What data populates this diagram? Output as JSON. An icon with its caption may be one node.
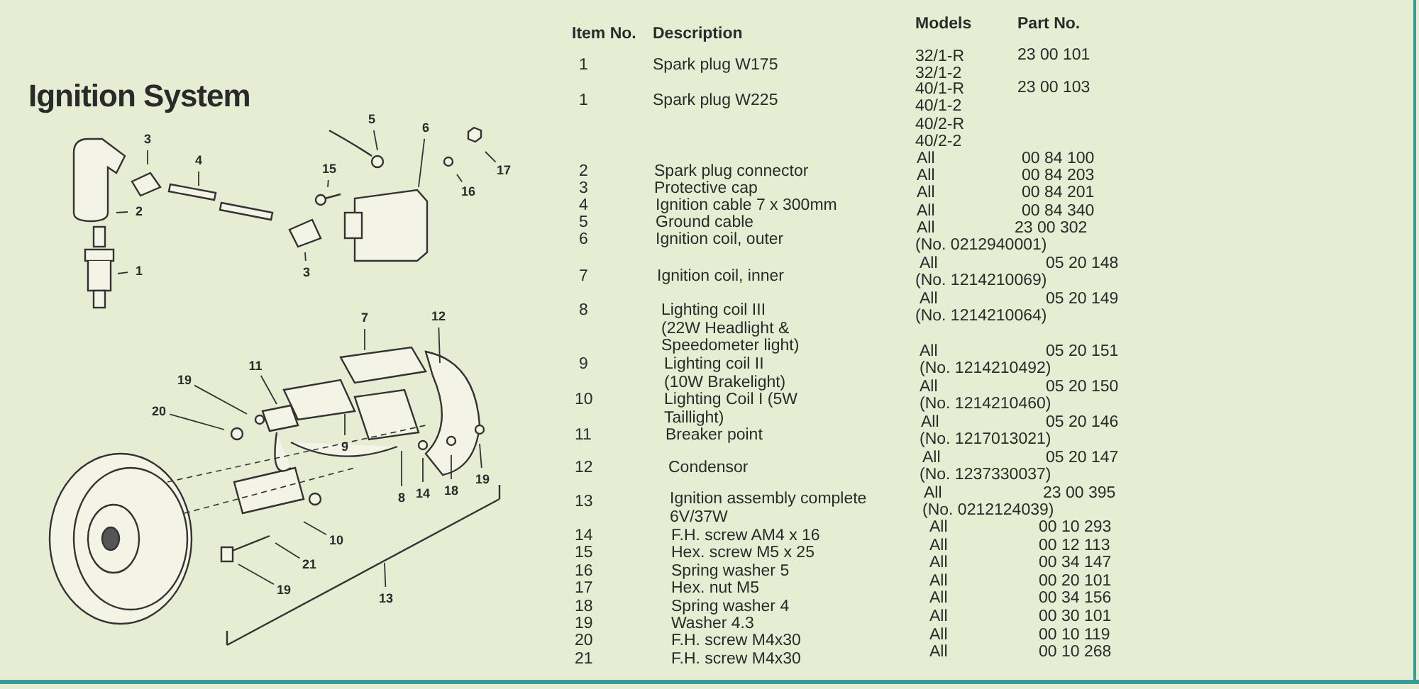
{
  "diagram": {
    "title": "Ignition System",
    "nodes": [
      {
        "text": [
          "5"
        ]
      },
      {
        "text": [
          "3"
        ]
      },
      {
        "text": [
          "6"
        ]
      },
      {
        "text": [
          "4"
        ]
      },
      {
        "text": [
          "17"
        ]
      },
      {
        "text": [
          "15"
        ]
      },
      {
        "text": [
          "16"
        ]
      },
      {
        "text": [
          "2"
        ]
      },
      {
        "text": [
          "3"
        ]
      },
      {
        "text": [
          "1"
        ]
      },
      {
        "text": [
          "12"
        ]
      },
      {
        "text": [
          "7"
        ]
      },
      {
        "text": [
          "11"
        ]
      },
      {
        "text": [
          "19"
        ]
      },
      {
        "text": [
          "20"
        ]
      },
      {
        "text": [
          "9"
        ]
      },
      {
        "text": [
          "19"
        ]
      },
      {
        "text": [
          "18"
        ]
      },
      {
        "text": [
          "14"
        ]
      },
      {
        "text": [
          "8"
        ]
      },
      {
        "text": [
          "10"
        ]
      },
      {
        "text": [
          "21"
        ]
      },
      {
        "text": [
          "19"
        ]
      },
      {
        "text": [
          "13"
        ]
      }
    ],
    "edges": [
      {
        "from": 0,
        "to": null,
        "arrow": "none"
      },
      {
        "from": 1,
        "to": null,
        "arrow": "none"
      },
      {
        "from": 2,
        "to": null,
        "arrow": "none"
      },
      {
        "from": 3,
        "to": null,
        "arrow": "none"
      },
      {
        "from": 4,
        "to": null,
        "arrow": "none"
      },
      {
        "from": 5,
        "to": null,
        "arrow": "none"
      },
      {
        "from": 6,
        "to": null,
        "arrow": "none"
      },
      {
        "from": 7,
        "to": null,
        "arrow": "none"
      },
      {
        "from": 8,
        "to": null,
        "arrow": "none"
      },
      {
        "from": 9,
        "to": null,
        "arrow": "none"
      },
      {
        "from": 10,
        "to": null,
        "arrow": "none"
      },
      {
        "from": 11,
        "to": null,
        "arrow": "none"
      },
      {
        "from": 12,
        "to": null,
        "arrow": "none"
      },
      {
        "from": 13,
        "to": null,
        "arrow": "none"
      },
      {
        "from": 14,
        "to": null,
        "arrow": "none"
      },
      {
        "from": 15,
        "to": null,
        "arrow": "none"
      },
      {
        "from": 16,
        "to": null,
        "arrow": "none"
      },
      {
        "from": 17,
        "to": null,
        "arrow": "none"
      },
      {
        "from": 18,
        "to": null,
        "arrow": "none"
      },
      {
        "from": 19,
        "to": null,
        "arrow": "none"
      },
      {
        "from": 20,
        "to": null,
        "arrow": "none"
      },
      {
        "from": 21,
        "to": null,
        "arrow": "none"
      },
      {
        "from": 22,
        "to": null,
        "arrow": "none"
      },
      {
        "from": 23,
        "to": null,
        "arrow": "none"
      }
    ],
    "labels": [
      "Item No.",
      "Description",
      "Models",
      "Part No.",
      "1",
      "Spark plug W175",
      "32/1-R",
      "23 00 101",
      "32/1-2",
      "1",
      "Spark plug W225",
      "40/1-R",
      "23 00 103",
      "40/1-2",
      "40/2-R",
      "40/2-2",
      "2",
      "Spark plug connector",
      "All",
      "00 84 100",
      "3",
      "Protective cap",
      "All",
      "00 84 203",
      "4",
      "Ignition cable 7 x 300mm",
      "All",
      "00 84 201",
      "5",
      "Ground cable",
      "All",
      "00 84 340",
      "6",
      "Ignition coil, outer",
      "All",
      "23 00 302",
      "(No. 0212940001)",
      "7",
      "Ignition coil, inner",
      "All",
      "05 20 148",
      "(No. 1214210069)",
      "8",
      "Lighting coil III (22W Headlight & Speedometer light)",
      "All",
      "05 20 149",
      "(No. 1214210064)",
      "9",
      "Lighting coil II (10W Brakelight)",
      "All",
      "05 20 151",
      "(No. 1214210492)",
      "10",
      "Lighting Coil I (5W Taillight)",
      "All",
      "05 20 150",
      "(No. 1214210460)",
      "11",
      "Breaker point",
      "All",
      "05 20 146",
      "(No. 1217013021)",
      "12",
      "Condensor",
      "All",
      "05 20 147",
      "(No. 1237330037)",
      "13",
      "Ignition assembly complete 6V/37W",
      "All",
      "23 00 395",
      "(No. 0212124039)",
      "14",
      "F.H. screw AM4 x 16",
      "All",
      "00 10 293",
      "15",
      "Hex. screw M5 x 25",
      "All",
      "00 12 113",
      "16",
      "Spring washer 5",
      "All",
      "00 34 147",
      "17",
      "Hex. nut M5",
      "All",
      "00 20 101",
      "18",
      "Spring washer 4",
      "All",
      "00 34 156",
      "19",
      "Washer 4.3",
      "All",
      "00 30 101",
      "20",
      "F.H. screw M4x30",
      "All",
      "00 10 119",
      "21",
      "F.H. screw M4x30",
      "All",
      "00 10 268"
    ]
  }
}
